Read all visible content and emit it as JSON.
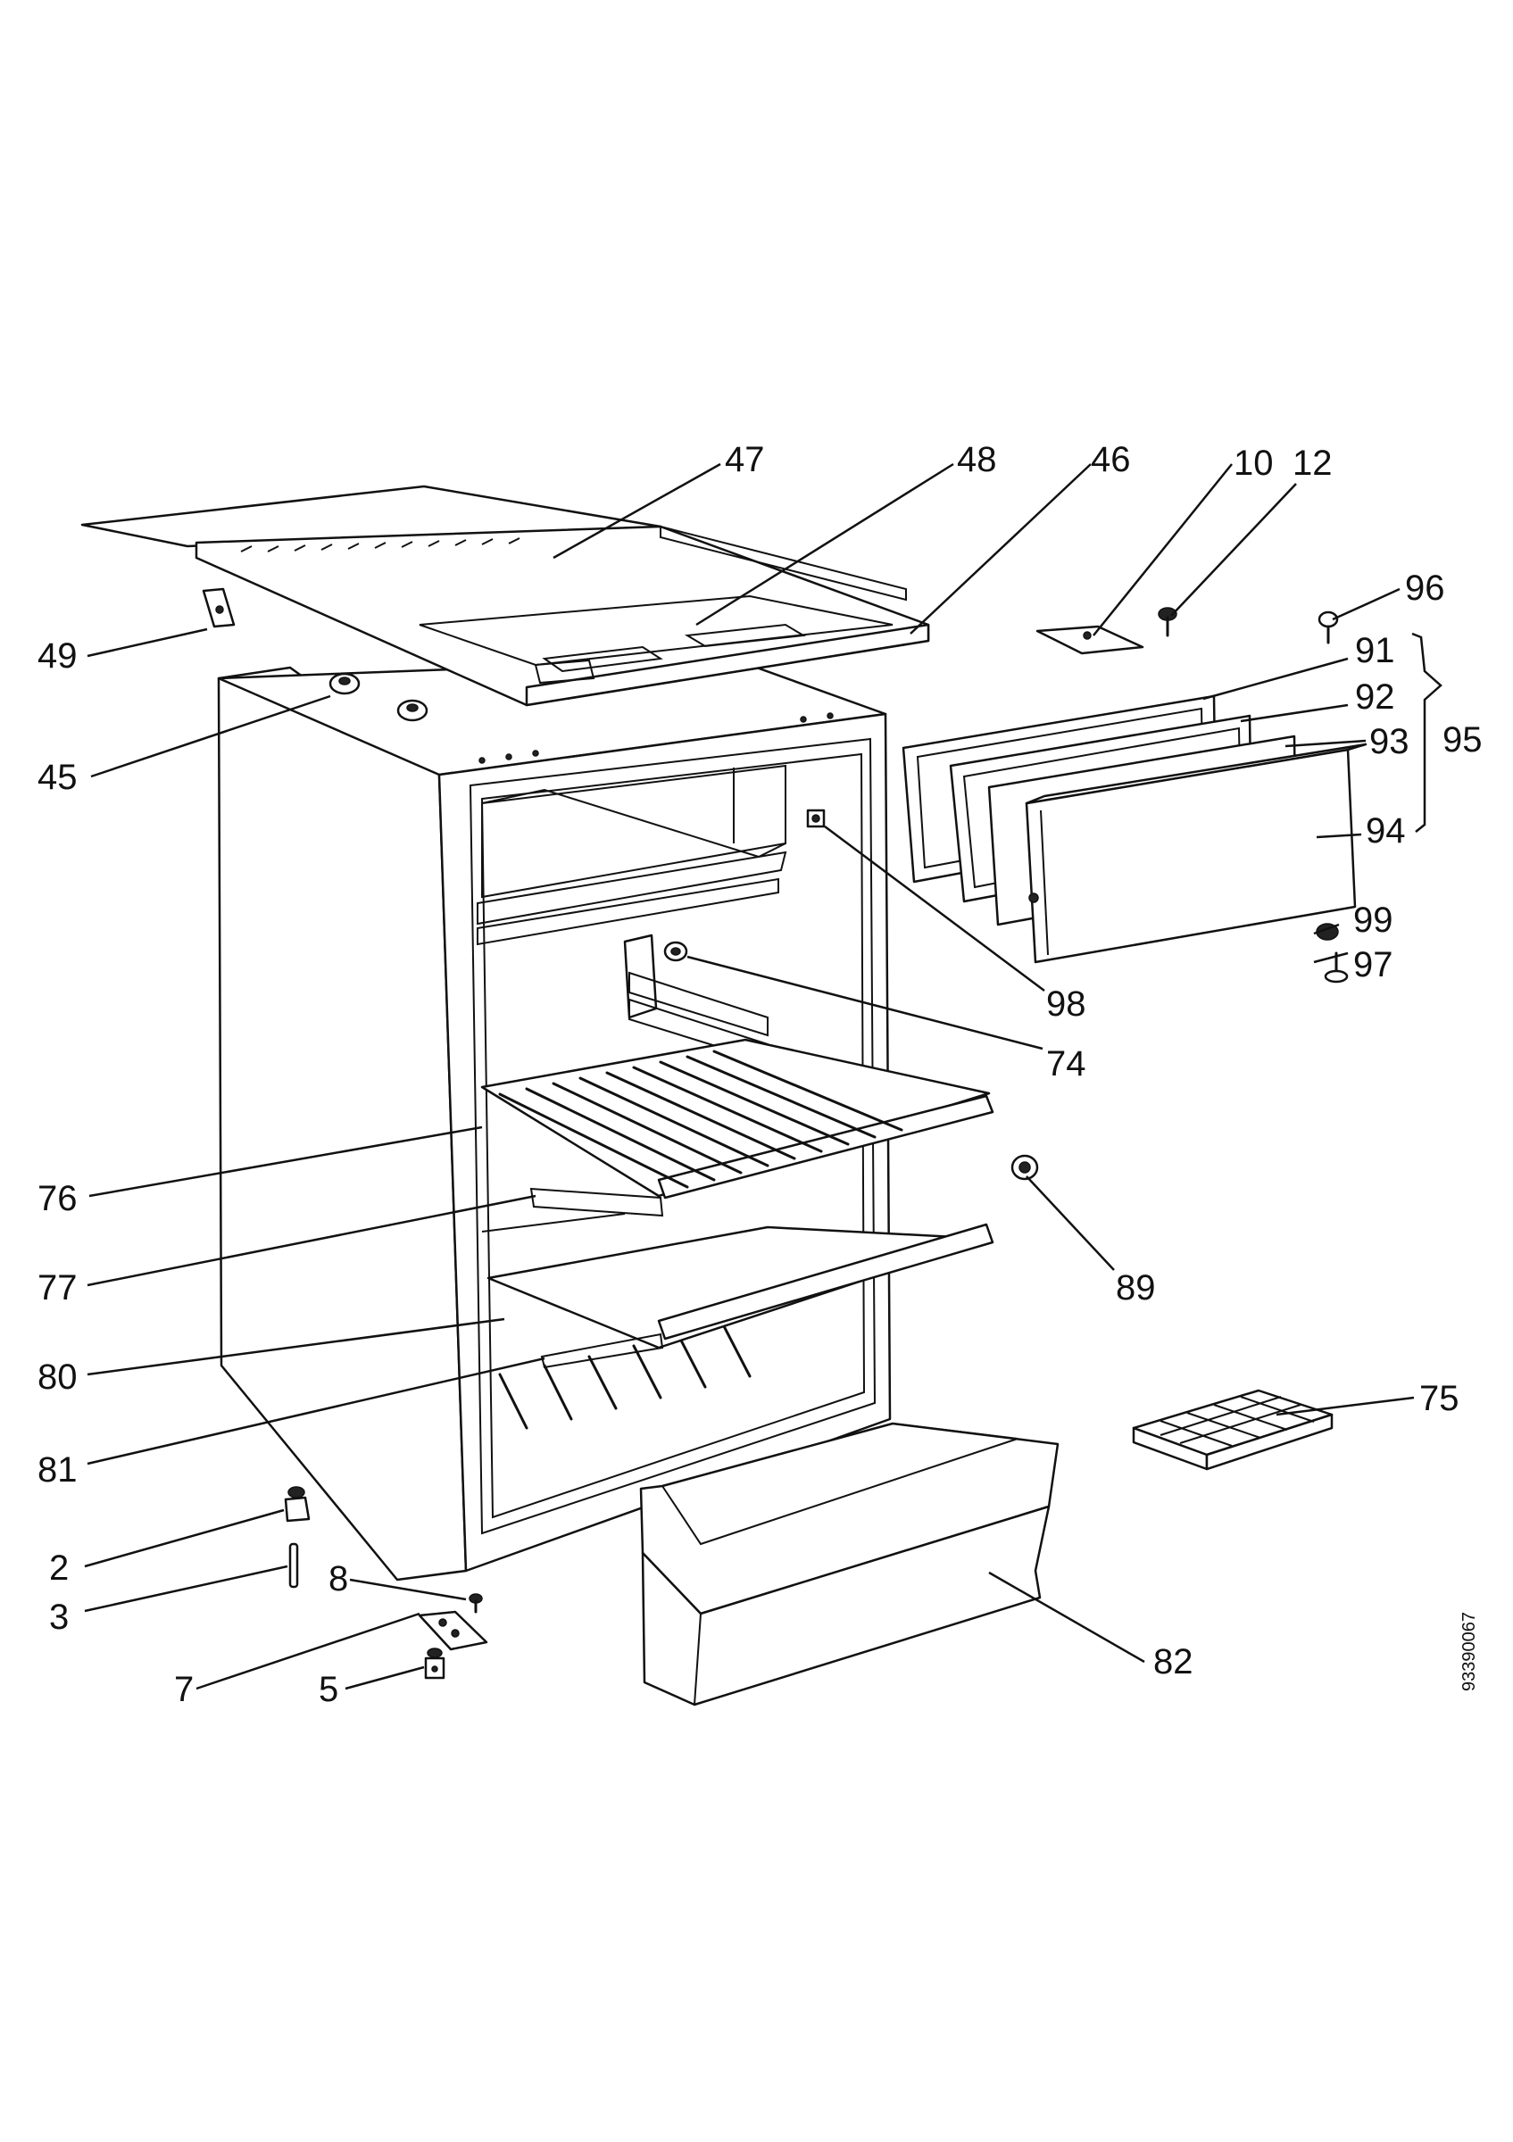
{
  "diagram": {
    "document_id": "93390067",
    "callouts": [
      {
        "id": "47",
        "label": "47"
      },
      {
        "id": "48",
        "label": "48"
      },
      {
        "id": "46",
        "label": "46"
      },
      {
        "id": "10",
        "label": "10"
      },
      {
        "id": "12",
        "label": "12"
      },
      {
        "id": "96",
        "label": "96"
      },
      {
        "id": "49",
        "label": "49"
      },
      {
        "id": "91",
        "label": "91"
      },
      {
        "id": "92",
        "label": "92"
      },
      {
        "id": "93",
        "label": "93"
      },
      {
        "id": "95",
        "label": "95"
      },
      {
        "id": "94",
        "label": "94"
      },
      {
        "id": "45",
        "label": "45"
      },
      {
        "id": "99",
        "label": "99"
      },
      {
        "id": "97",
        "label": "97"
      },
      {
        "id": "98",
        "label": "98"
      },
      {
        "id": "74",
        "label": "74"
      },
      {
        "id": "76",
        "label": "76"
      },
      {
        "id": "89",
        "label": "89"
      },
      {
        "id": "77",
        "label": "77"
      },
      {
        "id": "80",
        "label": "80"
      },
      {
        "id": "75",
        "label": "75"
      },
      {
        "id": "81",
        "label": "81"
      },
      {
        "id": "2",
        "label": "2"
      },
      {
        "id": "3",
        "label": "3"
      },
      {
        "id": "8",
        "label": "8"
      },
      {
        "id": "82",
        "label": "82"
      },
      {
        "id": "7",
        "label": "7"
      },
      {
        "id": "5",
        "label": "5"
      }
    ]
  }
}
